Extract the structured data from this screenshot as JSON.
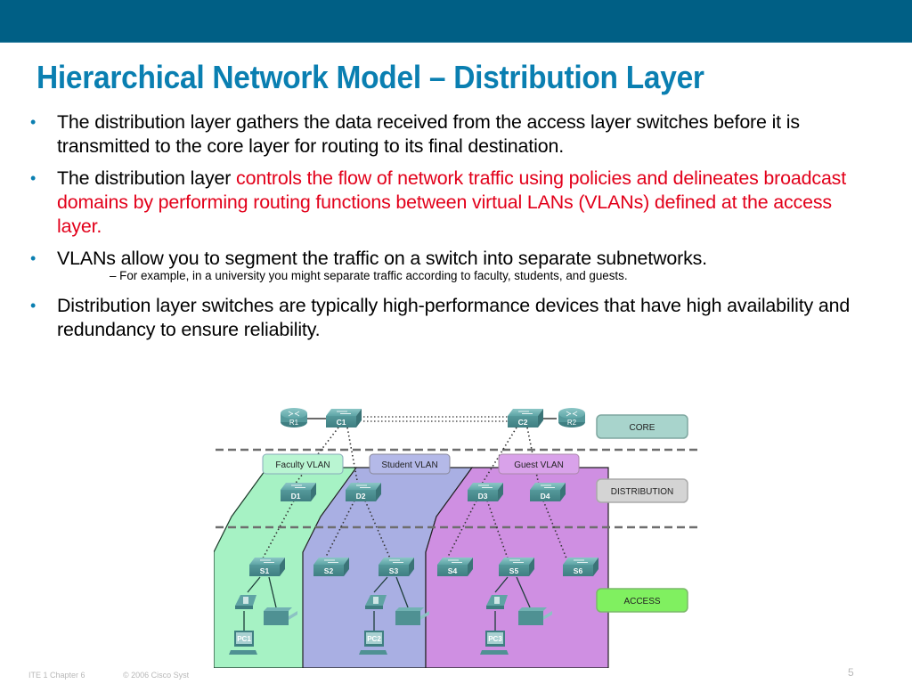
{
  "slide": {
    "title": "Hierarchical Network Model – Distribution Layer",
    "bullets": [
      {
        "text": "The distribution layer gathers the data received from the access layer switches before it is transmitted to the core layer for routing to its final destination."
      },
      {
        "text_plain": "The distribution layer ",
        "text_highlight": "controls the flow of network traffic using policies and delineates broadcast domains by performing routing functions between virtual LANs (VLANs) defined at the access layer."
      },
      {
        "text": "VLANs allow you to segment the traffic on a switch into separate subnetworks.",
        "sub": "– For example, in a university you might separate traffic according to faculty, students, and guests."
      },
      {
        "text": "Distribution layer switches are typically high-performance devices that have high availability and redundancy to ensure reliability."
      }
    ]
  },
  "diagram": {
    "layers": {
      "core": "CORE",
      "distribution": "DISTRIBUTION",
      "access": "ACCESS"
    },
    "vlans": {
      "faculty": "Faculty VLAN",
      "student": "Student VLAN",
      "guest": "Guest VLAN"
    },
    "routers": [
      "R1",
      "R2"
    ],
    "core_switches": [
      "C1",
      "C2"
    ],
    "distribution_switches": [
      "D1",
      "D2",
      "D3",
      "D4"
    ],
    "access_switches": [
      "S1",
      "S2",
      "S3",
      "S4",
      "S5",
      "S6"
    ],
    "pcs": [
      "PC1",
      "PC2",
      "PC3"
    ],
    "colors": {
      "faculty": "#a6f2c4",
      "student": "#a9afe3",
      "guest": "#cf8fe2",
      "core_label": "#a8d4cc",
      "distribution_label": "#d4d4d4",
      "access_label": "#80f060",
      "device": "#4f9a9c"
    }
  },
  "footer": {
    "course": "ITE 1 Chapter 6",
    "copyright": "© 2006 Cisco Syst",
    "page": "5"
  }
}
